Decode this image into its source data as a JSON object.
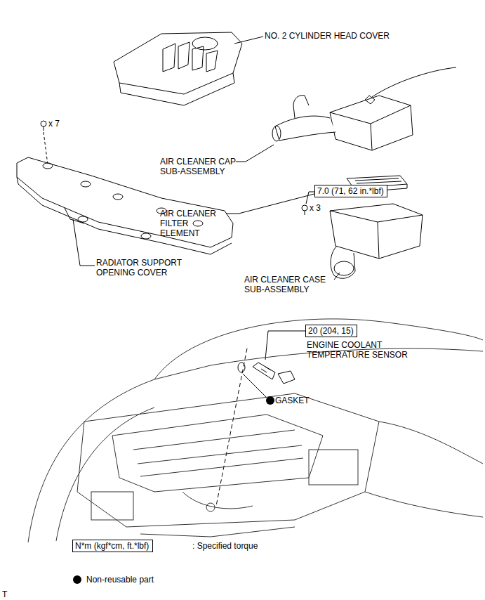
{
  "diagram": {
    "nodes": [
      {
        "text": [
          "7.0 (71, 62 in.*lbf)"
        ]
      },
      {
        "text": [
          "20 (204, 15)"
        ]
      },
      {
        "text": [
          "N*m (kgf*cm, ft.*lbf)"
        ]
      }
    ],
    "labels": [
      "NO. 2 CYLINDER HEAD COVER",
      "x 7",
      "AIR CLEANER CAP SUB-ASSEMBLY",
      "AIR CLEANER FILTER ELEMENT",
      "x 3",
      "RADIATOR SUPPORT OPENING COVER",
      "AIR CLEANER CASE SUB-ASSEMBLY",
      "ENGINE COOLANT TEMPERATURE SENSOR",
      "GASKET",
      ": Specified torque",
      "T"
    ],
    "legend": [
      {
        "text": "Non-reusable part"
      }
    ]
  }
}
